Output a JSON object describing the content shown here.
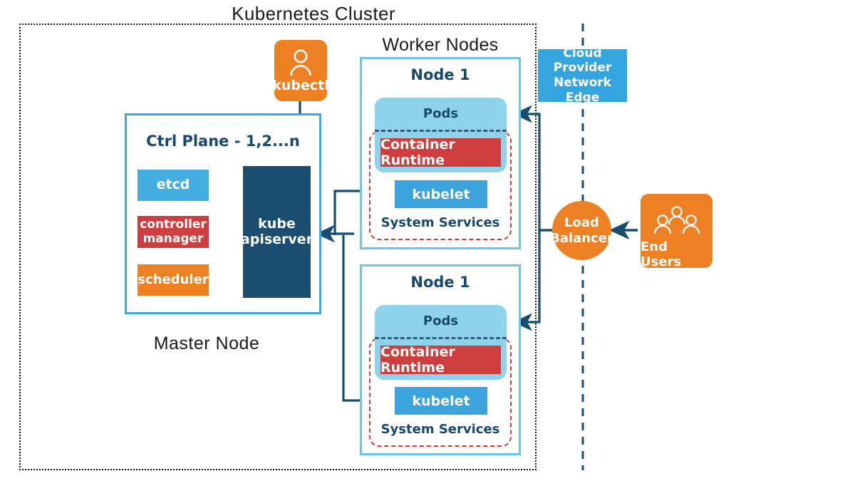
{
  "diagram": {
    "title": "Kubernetes Cluster",
    "worker_section_title": "Worker Nodes",
    "master_section_title": "Master Node"
  },
  "kubectl": {
    "label": "kubectl",
    "icon": "user-icon",
    "color": "#ED8022"
  },
  "control_plane": {
    "title": "Ctrl Plane - 1,2...n",
    "border_color": "#41A8DE",
    "components": [
      {
        "label": "etcd",
        "color": "#45AEE0"
      },
      {
        "label": "controller\nmanager",
        "line1": "controller",
        "line2": "manager",
        "color": "#CF3E3E"
      },
      {
        "label": "scheduler",
        "color": "#ED8022"
      }
    ],
    "apiserver": {
      "line1": "kube",
      "line2": "apiserver",
      "color": "#1B4D70"
    }
  },
  "worker_nodes": [
    {
      "title": "Node 1",
      "pods_label": "Pods",
      "container_runtime_label": "Container Runtime",
      "kubelet_label": "kubelet",
      "system_services_label": "System Services"
    },
    {
      "title": "Node 1",
      "pods_label": "Pods",
      "container_runtime_label": "Container Runtime",
      "kubelet_label": "kubelet",
      "system_services_label": "System Services"
    }
  ],
  "cloud_edge": {
    "line1": "Cloud",
    "line2": "Provider",
    "line3": "Network Edge",
    "color": "#34A5DE"
  },
  "load_balancer": {
    "line1": "Load",
    "line2": "Balancer",
    "color": "#ED8022"
  },
  "end_users": {
    "label": "End Users",
    "icon": "users-group-icon",
    "color": "#ED8022"
  },
  "colors": {
    "navy": "#1B4D70",
    "light_blue": "#8ED2EC",
    "blue": "#3BA4DC",
    "red": "#CF3E3E",
    "orange": "#ED8022",
    "cluster_border": "#111111",
    "node_border": "#6EC5E8",
    "arrow": "#174D6E"
  }
}
